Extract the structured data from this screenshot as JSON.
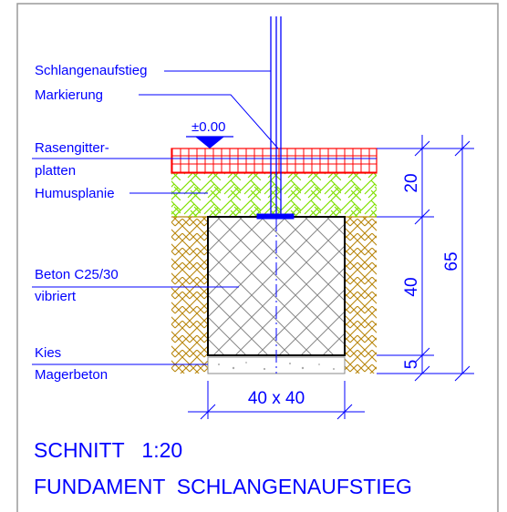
{
  "drawing": {
    "level_mark": "±0.00",
    "labels": {
      "schlangenaufstieg": "Schlangenaufstieg",
      "markierung": "Markierung",
      "rasengitter_1": "Rasengitter-",
      "rasengitter_2": "platten",
      "humusplanie": "Humusplanie",
      "beton_1": "Beton C25/30",
      "beton_2": "vibriert",
      "kies": "Kies",
      "magerbeton": "Magerbeton"
    },
    "dimensions": {
      "d20": "20",
      "d40": "40",
      "d5": "5",
      "d65": "65",
      "width": "40 x 40"
    },
    "title_line1": "SCHNITT   1:20",
    "title_line2": "FUNDAMENT  SCHLANGENAUFSTIEG"
  },
  "colors": {
    "line_blue": "#0000ff",
    "grid_red": "#ff0000",
    "grass_green": "#7fe000",
    "gravel_brown": "#b8860b",
    "concrete_grey": "#808080",
    "frame_grey": "#9a9a9a"
  }
}
